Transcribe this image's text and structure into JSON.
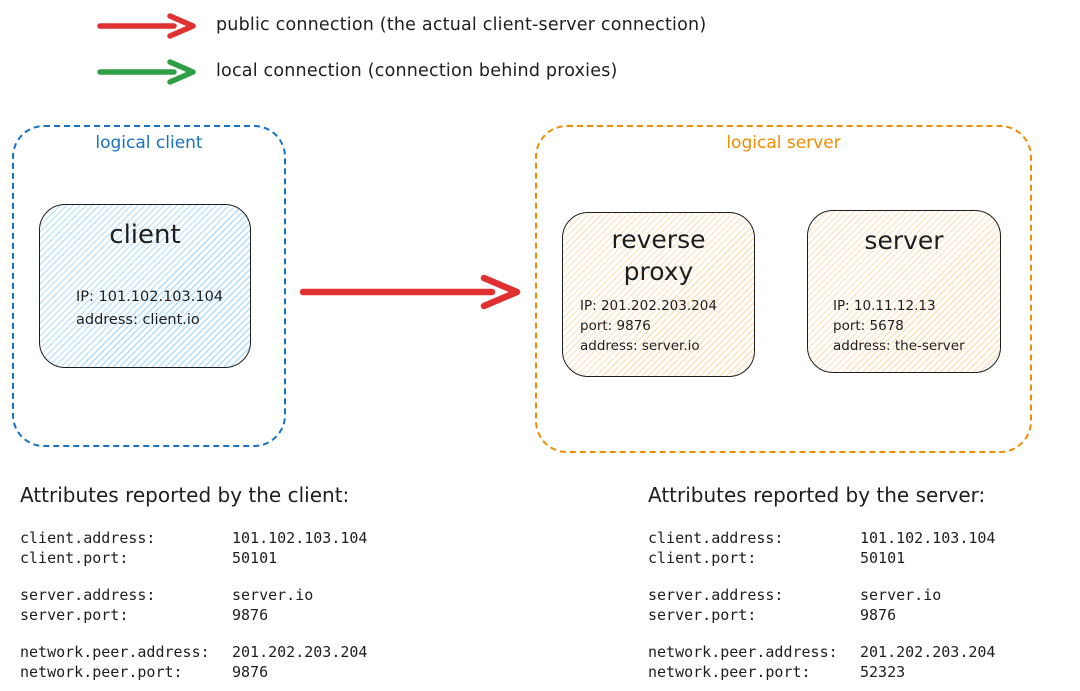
{
  "colors": {
    "public_connection": "#e03131",
    "local_connection": "#2f9e44",
    "logical_client_border": "#1971c2",
    "logical_server_border": "#f08c00",
    "client_node_fill": "#a5d8ff",
    "server_node_fill": "#ffd8a8",
    "text": "#1e1e1e"
  },
  "legend": {
    "public": {
      "label": "public connection (the actual client-server connection)"
    },
    "local": {
      "label": "local connection (connection behind proxies)"
    }
  },
  "diagram": {
    "logical_client": {
      "label": "logical client",
      "client_node": {
        "title": "client",
        "lines": [
          "IP: 101.102.103.104",
          "address: client.io"
        ]
      }
    },
    "logical_server": {
      "label": "logical server",
      "reverse_proxy_node": {
        "title_line1": "reverse",
        "title_line2": "proxy",
        "lines": [
          "IP: 201.202.203.204",
          "port: 9876",
          "address: server.io"
        ]
      },
      "server_node": {
        "title": "server",
        "lines": [
          "IP: 10.11.12.13",
          "port: 5678",
          "address: the-server"
        ]
      }
    }
  },
  "attributes_client": {
    "title": "Attributes reported by the client:",
    "groups": [
      [
        {
          "key": "client.address:",
          "value": "101.102.103.104"
        },
        {
          "key": "client.port:",
          "value": "50101"
        }
      ],
      [
        {
          "key": "server.address:",
          "value": "server.io"
        },
        {
          "key": "server.port:",
          "value": "9876"
        }
      ],
      [
        {
          "key": "network.peer.address:",
          "value": "201.202.203.204"
        },
        {
          "key": "network.peer.port:",
          "value": "9876"
        }
      ]
    ]
  },
  "attributes_server": {
    "title": "Attributes reported by the server:",
    "groups": [
      [
        {
          "key": "client.address:",
          "value": "101.102.103.104"
        },
        {
          "key": "client.port:",
          "value": "50101"
        }
      ],
      [
        {
          "key": "server.address:",
          "value": "server.io"
        },
        {
          "key": "server.port:",
          "value": "9876"
        }
      ],
      [
        {
          "key": "network.peer.address:",
          "value": "201.202.203.204"
        },
        {
          "key": "network.peer.port:",
          "value": "52323"
        }
      ]
    ]
  }
}
